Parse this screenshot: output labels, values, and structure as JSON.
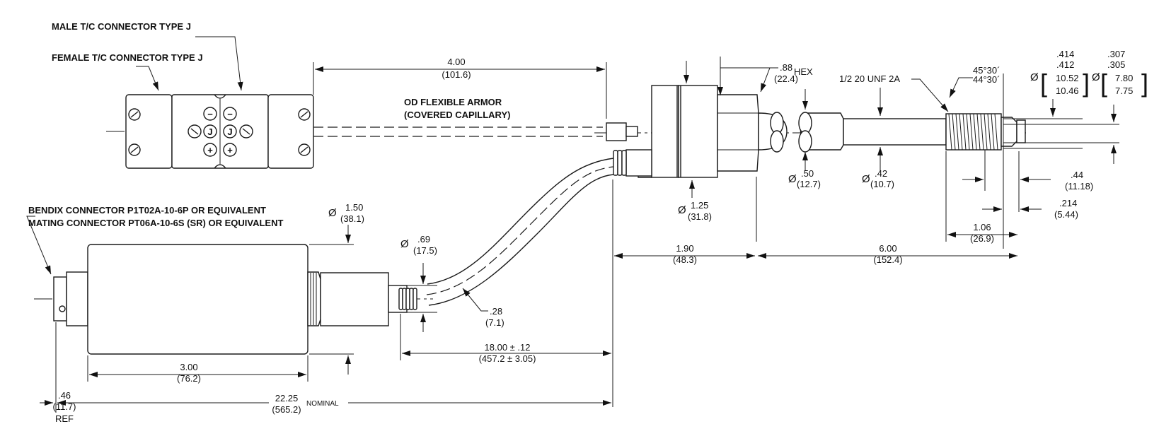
{
  "labels": {
    "male_tc": "MALE T/C CONNECTOR TYPE J",
    "female_tc": "FEMALE T/C CONNECTOR TYPE J",
    "armor_1": "OD FLEXIBLE ARMOR",
    "armor_2": "(COVERED CAPILLARY)",
    "bendix_1": "BENDIX CONNECTOR P1T02A-10-6P OR EQUIVALENT",
    "bendix_2": "MATING CONNECTOR PT06A-10-6S (SR) OR EQUIVALENT",
    "hex": "HEX",
    "thread": "1/2 20 UNF 2A",
    "nominal": "NOMINAL",
    "ref": "REF"
  },
  "symbols": {
    "dia": "Ø",
    "plus": "+",
    "minus": "−",
    "j": "J"
  },
  "dims": {
    "d400": {
      "in": "4.00",
      "mm": "(101.6)"
    },
    "d88": {
      "in": ".88",
      "mm": "(22.4)"
    },
    "d50": {
      "in": ".50",
      "mm": "(12.7)"
    },
    "d42": {
      "in": ".42",
      "mm": "(10.7)"
    },
    "d125": {
      "in": "1.25",
      "mm": "(31.8)"
    },
    "d150": {
      "in": "1.50",
      "mm": "(38.1)"
    },
    "d69": {
      "in": ".69",
      "mm": "(17.5)"
    },
    "d28": {
      "in": ".28",
      "mm": "(7.1)"
    },
    "d190": {
      "in": "1.90",
      "mm": "(48.3)"
    },
    "d600": {
      "in": "6.00",
      "mm": "(152.4)"
    },
    "d106": {
      "in": "1.06",
      "mm": "(26.9)"
    },
    "d44": {
      "in": ".44",
      "mm": "(11.18)"
    },
    "d214": {
      "in": ".214",
      "mm": "(5.44)"
    },
    "d1800": {
      "in": "18.00 ± .12",
      "mm": "(457.2 ± 3.05)"
    },
    "d300": {
      "in": "3.00",
      "mm": "(76.2)"
    },
    "d2225": {
      "in": "22.25",
      "mm": "(565.2)"
    },
    "d46": {
      "in": ".46",
      "mm": "(11.7)"
    },
    "angle_1": "45°30´",
    "angle_2": "44°30´",
    "d414": ".414",
    "d412": ".412",
    "d1052": "10.52",
    "d1046": "10.46",
    "d307": ".307",
    "d305": ".305",
    "d780": "7.80",
    "d775": "7.75"
  }
}
